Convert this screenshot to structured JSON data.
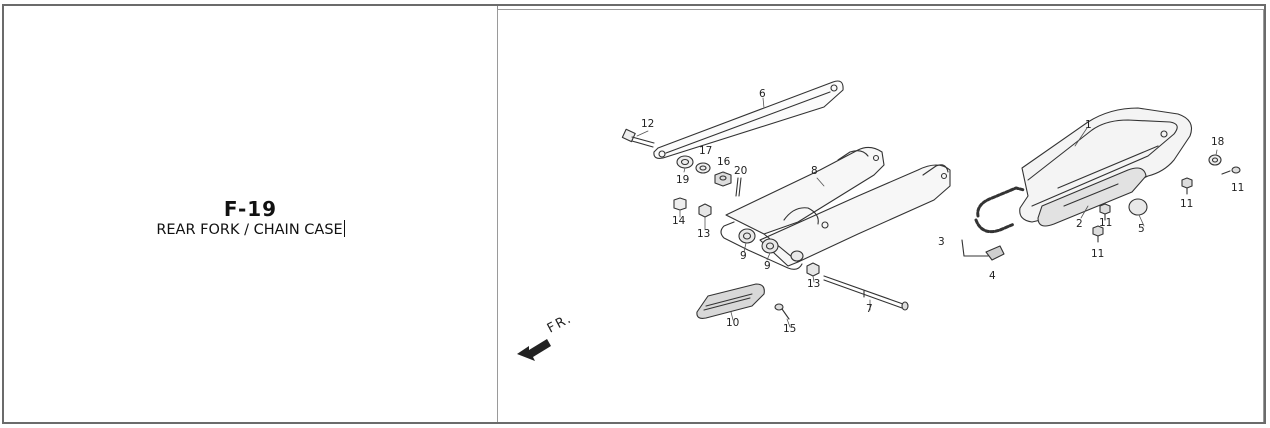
{
  "figure": {
    "code": "F-19",
    "title": "REAR FORK / CHAIN CASE"
  },
  "diagram": {
    "direction_label": "FR.",
    "callouts": [
      "1",
      "2",
      "3",
      "4",
      "5",
      "6",
      "7",
      "8",
      "9",
      "9",
      "10",
      "11",
      "11",
      "11",
      "11",
      "12",
      "13",
      "13",
      "14",
      "15",
      "16",
      "17",
      "18",
      "19",
      "20"
    ]
  }
}
